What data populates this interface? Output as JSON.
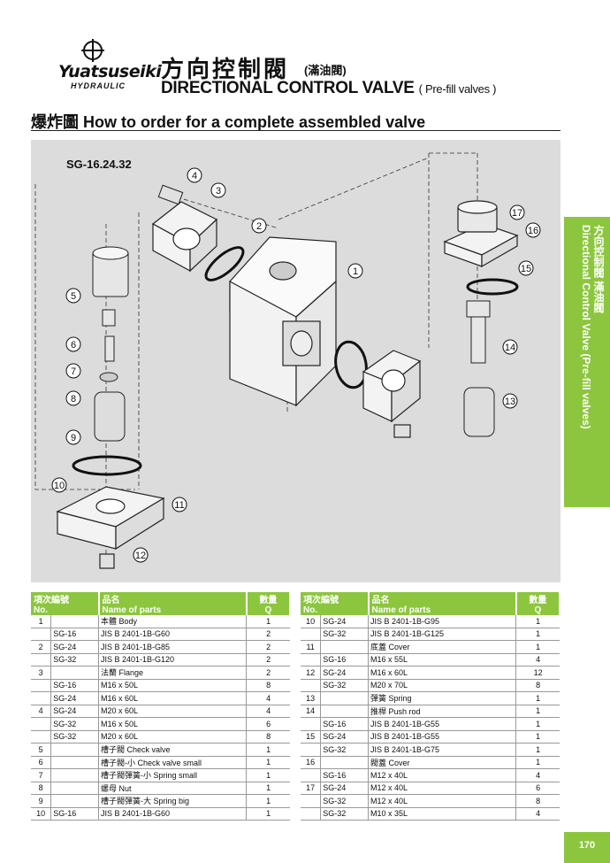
{
  "header": {
    "brand": "Yuatsuseiki",
    "brand_sub": "HYDRAULIC",
    "title_zh": "方向控制閥",
    "title_zh_sub": "(滿油閥)",
    "title_en": "DIRECTIONAL CONTROL VALVE",
    "title_en_sub": "( Pre-fill valves )"
  },
  "section": {
    "title_zh": "爆炸圖",
    "title_en": "How to order for a complete assembled valve"
  },
  "diagram": {
    "model": "SG-16.24.32",
    "callouts": [
      "1",
      "2",
      "3",
      "4",
      "5",
      "6",
      "7",
      "8",
      "9",
      "10",
      "11",
      "12",
      "13",
      "14",
      "15",
      "16",
      "17"
    ]
  },
  "sidetab": {
    "zh": "方向控制閥 滿油閥",
    "en": "Directional Control Valve (Pre-fill valves)"
  },
  "table_headers": {
    "no_zh": "項次編號",
    "no_en": "No.",
    "name_zh": "品名",
    "name_en": "Name of parts",
    "q_zh": "數量",
    "q_en": "Q"
  },
  "left_rows": [
    {
      "no": "1",
      "model": "",
      "name": "本體 Body",
      "q": "1"
    },
    {
      "no": "",
      "model": "SG-16",
      "name": "JIS B 2401-1B-G60",
      "q": "2"
    },
    {
      "no": "2",
      "model": "SG-24",
      "name": "JIS B 2401-1B-G85",
      "q": "2"
    },
    {
      "no": "",
      "model": "SG-32",
      "name": "JIS B 2401-1B-G120",
      "q": "2"
    },
    {
      "no": "3",
      "model": "",
      "name": "法蘭 Flange",
      "q": "2"
    },
    {
      "no": "",
      "model": "SG-16",
      "name": "M16 x 50L",
      "q": "8"
    },
    {
      "no": "",
      "model": "SG-24",
      "name": "M16 x 60L",
      "q": "4"
    },
    {
      "no": "4",
      "model": "SG-24",
      "name": "M20 x 60L",
      "q": "4"
    },
    {
      "no": "",
      "model": "SG-32",
      "name": "M16 x 50L",
      "q": "6"
    },
    {
      "no": "",
      "model": "SG-32",
      "name": "M20 x 60L",
      "q": "8"
    },
    {
      "no": "5",
      "model": "",
      "name": "槽子閥 Check valve",
      "q": "1"
    },
    {
      "no": "6",
      "model": "",
      "name": "槽子閥-小 Check valve small",
      "q": "1"
    },
    {
      "no": "7",
      "model": "",
      "name": "槽子閥彈簧-小 Spring small",
      "q": "1"
    },
    {
      "no": "8",
      "model": "",
      "name": "螺母 Nut",
      "q": "1"
    },
    {
      "no": "9",
      "model": "",
      "name": "槽子閥彈簧-大 Spring big",
      "q": "1"
    },
    {
      "no": "10",
      "model": "SG-16",
      "name": "JIS B 2401-1B-G60",
      "q": "1"
    }
  ],
  "right_rows": [
    {
      "no": "10",
      "model": "SG-24",
      "name": "JIS B 2401-1B-G95",
      "q": "1"
    },
    {
      "no": "",
      "model": "SG-32",
      "name": "JIS B 2401-1B-G125",
      "q": "1"
    },
    {
      "no": "11",
      "model": "",
      "name": "底蓋 Cover",
      "q": "1"
    },
    {
      "no": "",
      "model": "SG-16",
      "name": "M16 x 55L",
      "q": "4"
    },
    {
      "no": "12",
      "model": "SG-24",
      "name": "M16 x 60L",
      "q": "12"
    },
    {
      "no": "",
      "model": "SG-32",
      "name": "M20 x 70L",
      "q": "8"
    },
    {
      "no": "13",
      "model": "",
      "name": "彈簧 Spring",
      "q": "1"
    },
    {
      "no": "14",
      "model": "",
      "name": "推桿 Push rod",
      "q": "1"
    },
    {
      "no": "",
      "model": "SG-16",
      "name": "JIS B 2401-1B-G55",
      "q": "1"
    },
    {
      "no": "15",
      "model": "SG-24",
      "name": "JIS B 2401-1B-G55",
      "q": "1"
    },
    {
      "no": "",
      "model": "SG-32",
      "name": "JIS B 2401-1B-G75",
      "q": "1"
    },
    {
      "no": "16",
      "model": "",
      "name": "閥蓋 Cover",
      "q": "1"
    },
    {
      "no": "",
      "model": "SG-16",
      "name": "M12 x 40L",
      "q": "4"
    },
    {
      "no": "17",
      "model": "SG-24",
      "name": "M12 x 40L",
      "q": "6"
    },
    {
      "no": "",
      "model": "SG-32",
      "name": "M12 x 40L",
      "q": "8"
    },
    {
      "no": "",
      "model": "SG-32",
      "name": "M10 x 35L",
      "q": "4"
    }
  ],
  "page_number": "170"
}
